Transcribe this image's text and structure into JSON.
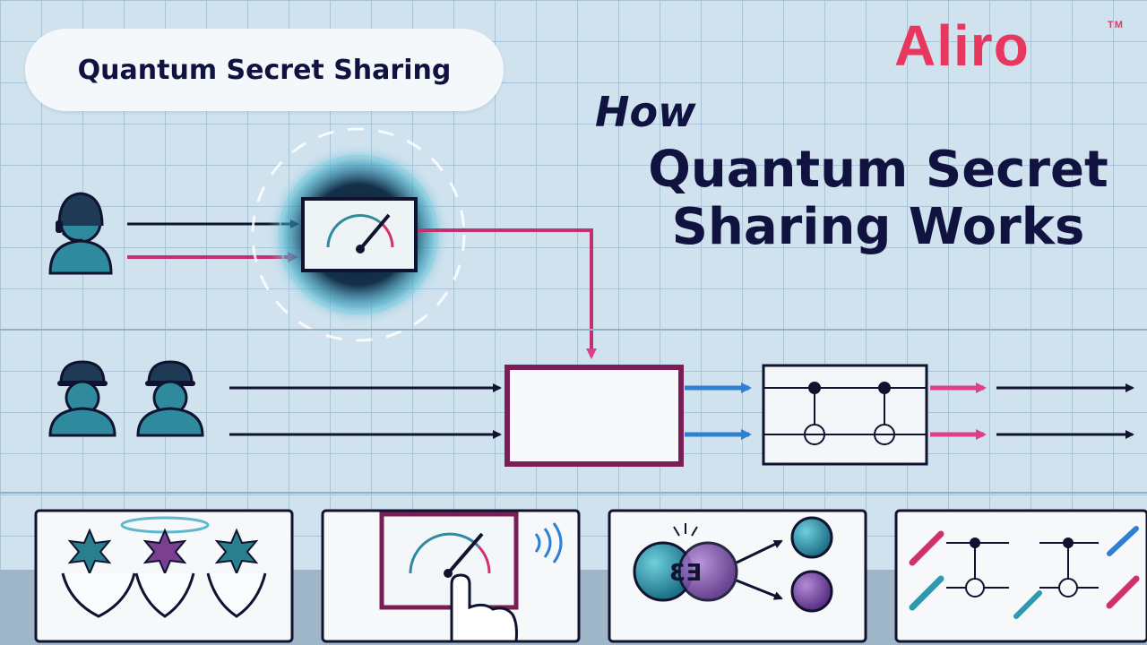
{
  "badge": {
    "label": "Quantum Secret Sharing"
  },
  "logo": {
    "text": "Aliro",
    "trademark": "TM"
  },
  "headline": {
    "prefix": "How",
    "title": "Quantum Secret Sharing Works"
  },
  "colors": {
    "navy": "#10133f",
    "magenta": "#c2306f",
    "pink": "#df3f88",
    "blue": "#2f7fd3",
    "teal": "#2f7f8c",
    "brand_red": "#e8375f"
  },
  "icons": {
    "dealer": "person-with-headset-icon",
    "participants": [
      "person-with-helmet-icon",
      "person-with-helmet-icon"
    ],
    "measurement": "gauge-meter-icon",
    "panels": [
      "star-particles-in-hands-icon",
      "touch-gauge-icon",
      "entangled-spheres-icon",
      "cnot-gates-with-tools-icon"
    ]
  }
}
